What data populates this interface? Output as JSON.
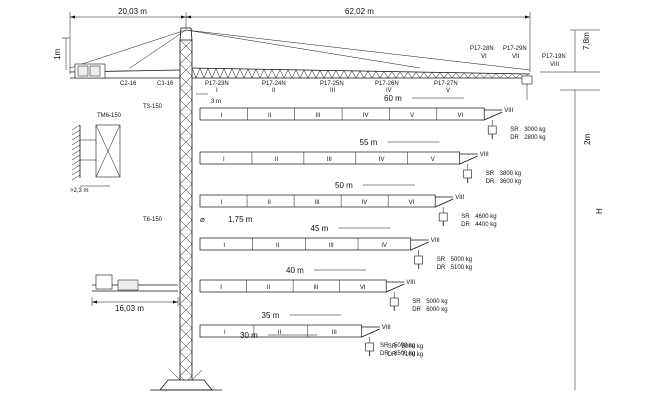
{
  "dimensions": {
    "counter_jib": "20,03 m",
    "jib": "62,02 m",
    "top_height": "1m",
    "tower_top": "7,8m",
    "section": "2m",
    "height": "H",
    "side_gap": "3 m",
    "diameter": "1,75 m",
    "wall_gap": ">2,3 m",
    "base_width": "16,03 m"
  },
  "labels": {
    "c2": "C2-16",
    "c1": "C1-16",
    "t3": "T3-150",
    "t6": "T6-150",
    "tm6": "TM6-150",
    "p23": "P17-23N",
    "r1": "I",
    "p24": "P17-24N",
    "r2": "II",
    "p25": "P17-25N",
    "r3": "III",
    "p26": "P17-26N",
    "r4": "IV",
    "p27": "P17-27N",
    "r5": "V",
    "p28": "P17-28N",
    "r6": "VI",
    "p29": "P17-29N",
    "r7": "VII",
    "p19": "P17-19N",
    "r8": "VIII"
  },
  "jibs": [
    {
      "length": "60 m",
      "sr": "SR",
      "sr_val": "3000 kg",
      "dr": "DR",
      "dr_val": "2800 kg",
      "segments": [
        "I",
        "II",
        "III",
        "IV",
        "V",
        "VI"
      ],
      "tip": "VIII"
    },
    {
      "length": "55 m",
      "sr": "SR",
      "sr_val": "3800 kg",
      "dr": "DR",
      "dr_val": "3600 kg",
      "segments": [
        "I",
        "II",
        "III",
        "IV",
        "V"
      ],
      "tip": "VIII"
    },
    {
      "length": "50 m",
      "sr": "SR",
      "sr_val": "4600 kg",
      "dr": "DR",
      "dr_val": "4400 kg",
      "segments": [
        "I",
        "II",
        "III",
        "IV",
        "VI"
      ],
      "tip": "VIII"
    },
    {
      "length": "45 m",
      "sr": "SR",
      "sr_val": "5000 kg",
      "dr": "DR",
      "dr_val": "5100 kg",
      "segments": [
        "I",
        "II",
        "III",
        "IV"
      ],
      "tip": "VIII"
    },
    {
      "length": "40 m",
      "sr": "SR",
      "sr_val": "5000 kg",
      "dr": "DR",
      "dr_val": "6000 kg",
      "segments": [
        "I",
        "II",
        "III",
        "VI"
      ],
      "tip": "VIII"
    },
    {
      "length": "35 m",
      "sr": "SR",
      "sr_val": "5000 kg",
      "dr": "DR",
      "dr_val": "7100 kg",
      "segments": [
        "I",
        "II",
        "III"
      ],
      "tip": "VIII"
    },
    {
      "length": "30 m",
      "sr": "SR",
      "sr_val": "5000 kg",
      "dr": "DR",
      "dr_val": "8500 kg",
      "segments": [],
      "tip": ""
    }
  ]
}
